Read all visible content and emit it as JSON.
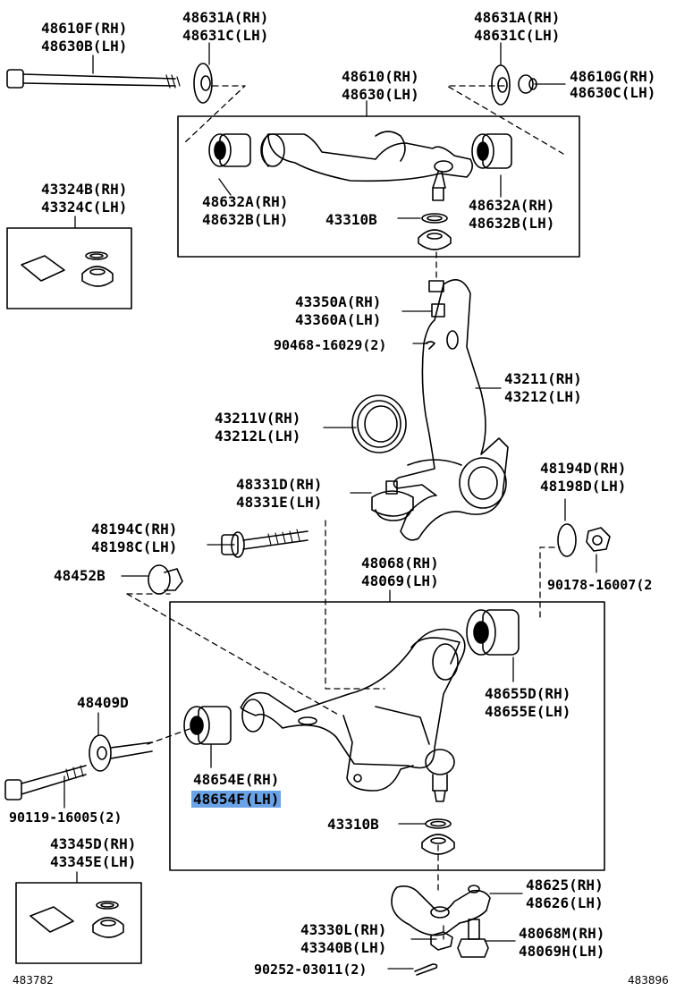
{
  "labels": {
    "l48610f": "48610F(RH)",
    "l48630b": "48630B(LH)",
    "l48631a_l": "48631A(RH)",
    "l48631c_l": "48631C(LH)",
    "l48631a_r": "48631A(RH)",
    "l48631c_r": "48631C(LH)",
    "l48610": "48610(RH)",
    "l48630": "48630(LH)",
    "l48610g": "48610G(RH)",
    "l48630c": "48630C(LH)",
    "l43324b": "43324B(RH)",
    "l43324c": "43324C(LH)",
    "l48632a_l": "48632A(RH)",
    "l48632b_l": "48632B(LH)",
    "l43310b_top": "43310B",
    "l48632a_r": "48632A(RH)",
    "l48632b_r": "48632B(LH)",
    "l43350a": "43350A(RH)",
    "l43360a": "43360A(LH)",
    "l90468": "90468-16029(2)",
    "l43211": "43211(RH)",
    "l43212": "43212(LH)",
    "l43211v": "43211V(RH)",
    "l43212l": "43212L(LH)",
    "l48331d": "48331D(RH)",
    "l48331e": "48331E(LH)",
    "l48194d": "48194D(RH)",
    "l48198d": "48198D(LH)",
    "l48194c": "48194C(RH)",
    "l48198c": "48198C(LH)",
    "l48452b": "48452B",
    "l90178": "90178-16007(2",
    "l48068": "48068(RH)",
    "l48069": "48069(LH)",
    "l48655d": "48655D(RH)",
    "l48655e": "48655E(LH)",
    "l48409d": "48409D",
    "l48654e": "48654E(RH)",
    "l48654f": "48654F(LH)",
    "l90119": "90119-16005(2)",
    "l43310b_bot": "43310B",
    "l43345d": "43345D(RH)",
    "l43345e": "43345E(LH)",
    "l48625": "48625(RH)",
    "l48626": "48626(LH)",
    "l43330l": "43330L(RH)",
    "l43340b": "43340B(LH)",
    "l48068m": "48068M(RH)",
    "l48069h": "48069H(LH)",
    "l90252": "90252-03011(2)",
    "fig_left": "483782",
    "fig_right": "483896"
  },
  "highlight_color": "#6aa2e6"
}
